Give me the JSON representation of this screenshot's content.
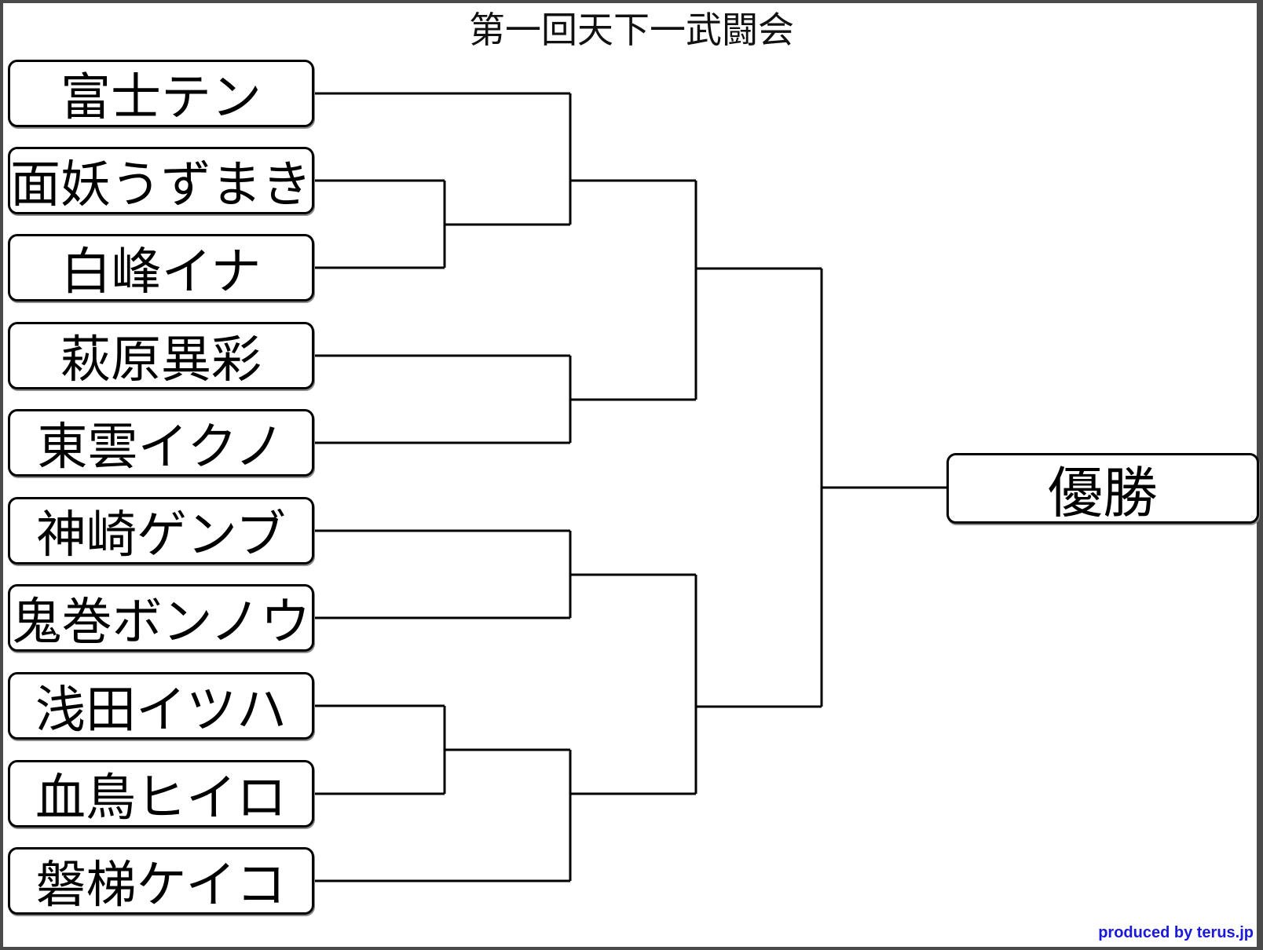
{
  "title": "第一回天下一武闘会",
  "entrants": [
    "富士テン",
    "面妖うずまき",
    "白峰イナ",
    "萩原異彩",
    "東雲イクノ",
    "神崎ゲンブ",
    "鬼巻ボンノウ",
    "浅田イツハ",
    "血鳥ヒイロ",
    "磐梯ケイコ"
  ],
  "champion_label": "優勝",
  "credit": "produced by terus.jp",
  "colors": {
    "lines": "#000000",
    "credit": "#1a1ad8"
  }
}
